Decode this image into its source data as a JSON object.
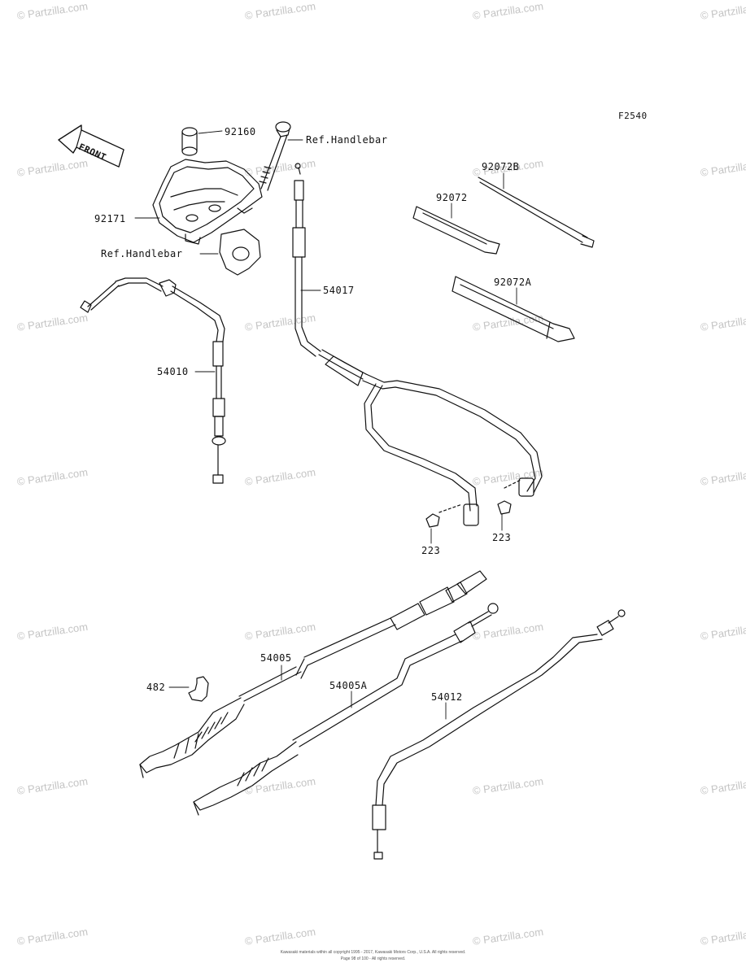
{
  "figure_code": "F2540",
  "front_label": "FRONT",
  "watermark": "© Partzilla.com",
  "parts": {
    "p92160": "92160",
    "ref_handlebar_top": "Ref.Handlebar",
    "p92171": "92171",
    "ref_handlebar_bottom": "Ref.Handlebar",
    "p54010": "54010",
    "p54017": "54017",
    "p92072B": "92072B",
    "p92072": "92072",
    "p92072A": "92072A",
    "p223_left": "223",
    "p223_right": "223",
    "p54005": "54005",
    "p482": "482",
    "p54005A": "54005A",
    "p54012": "54012"
  },
  "footer": {
    "line1": "Kawasaki materials within all copyright 1995 - 2017, Kawasaki Motors Corp., U.S.A. All rights reserved.",
    "line2": "Page 98 of 100 - All rights reserved."
  }
}
